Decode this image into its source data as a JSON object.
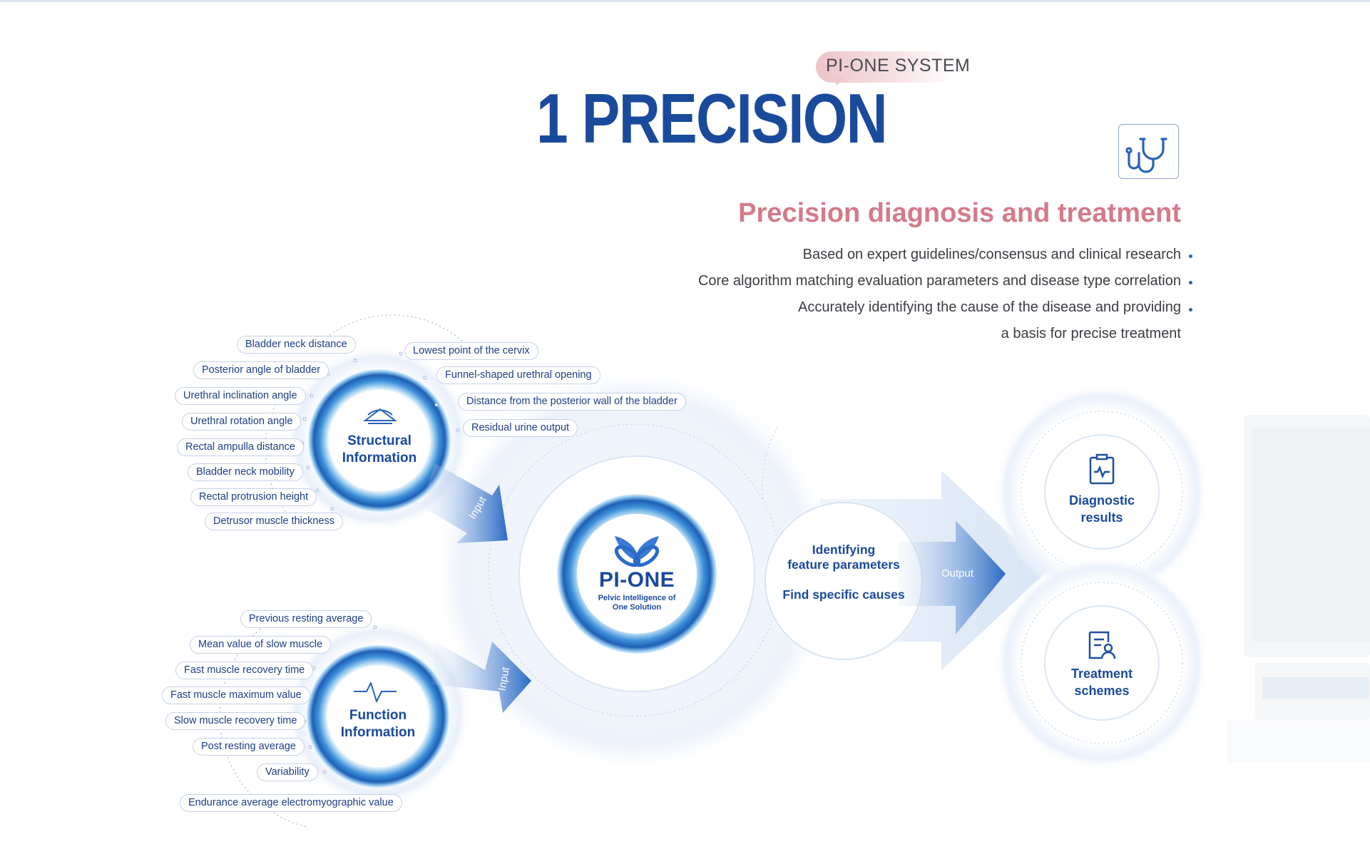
{
  "header": {
    "title": "1 PRECISION",
    "badge": "PI-ONE SYSTEM"
  },
  "feature": {
    "icon": "stethoscope-icon",
    "heading": "Precision diagnosis and treatment",
    "bullets": [
      "Based on expert guidelines/consensus and clinical research",
      "Core algorithm matching evaluation parameters and disease type correlation",
      "Accurately identifying the cause of the disease and providing",
      "a basis for precise treatment"
    ]
  },
  "structural": {
    "title_line1": "Structural",
    "title_line2": "Information",
    "icon": "ultrasound-probe-icon",
    "items": [
      "Bladder neck distance",
      "Posterior angle of bladder",
      "Urethral inclination angle",
      "Urethral rotation angle",
      "Rectal ampulla distance",
      "Bladder neck mobility",
      "Rectal protrusion height",
      "Detrusor muscle thickness",
      "Lowest point of the cervix",
      "Funnel-shaped urethral opening",
      "Distance from the posterior wall of the bladder",
      "Residual urine output"
    ]
  },
  "function": {
    "title_line1": "Function",
    "title_line2": "Information",
    "icon": "pulse-wave-icon",
    "items": [
      "Previous resting average",
      "Mean value of slow muscle",
      "Fast muscle recovery time",
      "Fast muscle maximum value",
      "Slow muscle recovery time",
      "Post resting average",
      "Variability",
      "Endurance average electromyographic value"
    ]
  },
  "center": {
    "logo_icon": "butterfly-logo-icon",
    "name": "PI-ONE",
    "subtitle_line1": "Pelvic Intelligence of",
    "subtitle_line2": "One Solution"
  },
  "process": {
    "line1": "Identifying",
    "line2": "feature parameters",
    "line3": "Find specific causes"
  },
  "labels": {
    "input": "Input",
    "output": "Output"
  },
  "results": {
    "diagnostic_line1": "Diagnostic",
    "diagnostic_line2": "results",
    "diagnostic_icon": "clipboard-pulse-icon",
    "treatment_line1": "Treatment",
    "treatment_line2": "schemes",
    "treatment_icon": "document-user-icon"
  },
  "colors": {
    "primary": "#1a4a9c",
    "accent_pink": "#d47a8a",
    "arrow_blue": "#2a69c4"
  }
}
